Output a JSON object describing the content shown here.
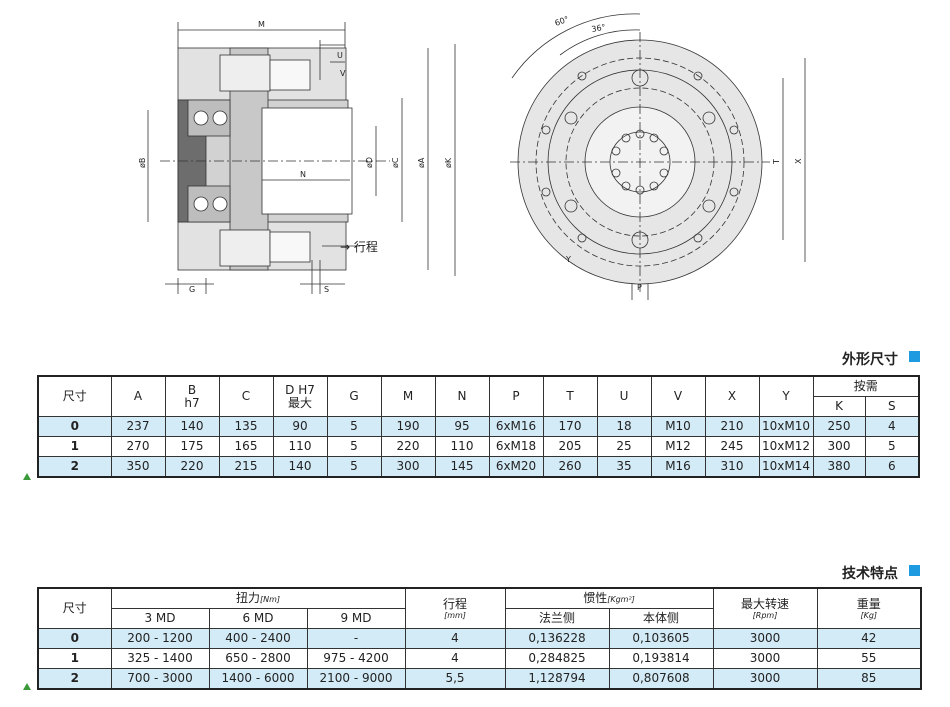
{
  "drawing": {
    "left_labels": {
      "M": "M",
      "U": "U",
      "V": "V",
      "B": "øB",
      "D": "øD",
      "C": "øC",
      "A": "øA",
      "K": "øK",
      "N": "N",
      "G": "G",
      "S": "S",
      "stroke": "→ 行程"
    },
    "right_labels": {
      "angle60": "60°",
      "angle36": "36°",
      "T": "T",
      "X": "X",
      "Y": "Y",
      "P": "P"
    }
  },
  "dims_table": {
    "section_title": "外形尺寸",
    "headers": [
      "尺寸",
      "A",
      "B",
      "h7",
      "C",
      "D H7",
      "最大",
      "G",
      "M",
      "N",
      "P",
      "T",
      "U",
      "V",
      "X",
      "Y",
      "按需",
      "K",
      "S"
    ],
    "rows": [
      {
        "size": "0",
        "A": "237",
        "B": "140",
        "C": "135",
        "D": "90",
        "G": "5",
        "M": "190",
        "N": "95",
        "P": "6xM16",
        "T": "170",
        "U": "18",
        "V": "M10",
        "X": "210",
        "Y": "10xM10",
        "K": "250",
        "S": "4"
      },
      {
        "size": "1",
        "A": "270",
        "B": "175",
        "C": "165",
        "D": "110",
        "G": "5",
        "M": "220",
        "N": "110",
        "P": "6xM18",
        "T": "205",
        "U": "25",
        "V": "M12",
        "X": "245",
        "Y": "10xM12",
        "K": "300",
        "S": "5"
      },
      {
        "size": "2",
        "A": "350",
        "B": "220",
        "C": "215",
        "D": "140",
        "G": "5",
        "M": "300",
        "N": "145",
        "P": "6xM20",
        "T": "260",
        "U": "35",
        "V": "M16",
        "X": "310",
        "Y": "10xM14",
        "K": "380",
        "S": "6"
      }
    ]
  },
  "tech_table": {
    "section_title": "技术特点",
    "headers": {
      "size": "尺寸",
      "torque": "扭力",
      "torque_unit": "[Nm]",
      "t3": "3 MD",
      "t6": "6 MD",
      "t9": "9 MD",
      "stroke": "行程",
      "stroke_unit": "[mm]",
      "inertia": "惯性",
      "inertia_unit": "[Kgm²]",
      "flange": "法兰侧",
      "body": "本体侧",
      "speed": "最大转速",
      "speed_unit": "[Rpm]",
      "weight": "重量",
      "weight_unit": "[Kg]"
    },
    "rows": [
      {
        "size": "0",
        "t3": "200 - 1200",
        "t6": "400 - 2400",
        "t9": "-",
        "stroke": "4",
        "flange": "0,136228",
        "body": "0,103605",
        "speed": "3000",
        "weight": "42"
      },
      {
        "size": "1",
        "t3": "325 - 1400",
        "t6": "650 - 2800",
        "t9": "975 - 4200",
        "stroke": "4",
        "flange": "0,284825",
        "body": "0,193814",
        "speed": "3000",
        "weight": "55"
      },
      {
        "size": "2",
        "t3": "700 - 3000",
        "t6": "1400 - 6000",
        "t9": "2100 - 9000",
        "stroke": "5,5",
        "flange": "1,128794",
        "body": "0,807608",
        "speed": "3000",
        "weight": "85"
      }
    ]
  },
  "colors": {
    "accent": "#1e9be0",
    "row_highlight": "#d3ebf7",
    "marker": "#3a9a3a"
  }
}
